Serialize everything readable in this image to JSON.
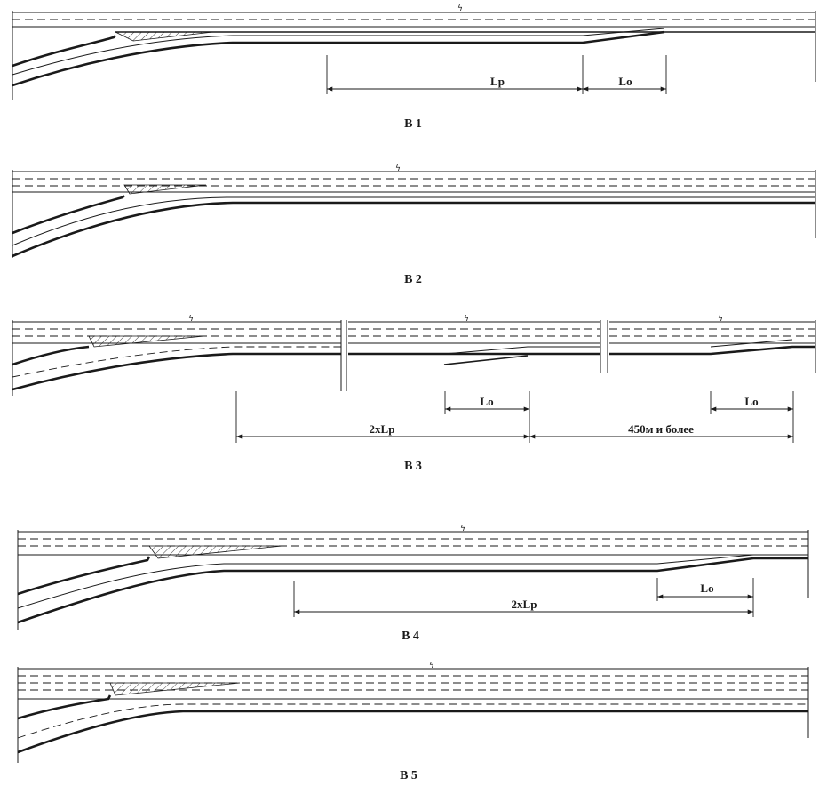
{
  "variants": [
    {
      "caption": "В 1",
      "dims": [
        "Lp",
        "Lo"
      ]
    },
    {
      "caption": "В 2",
      "dims": []
    },
    {
      "caption": "В 3",
      "dims": [
        "Lo",
        "Lo",
        "2xLp",
        "450м и более"
      ]
    },
    {
      "caption": "В 4",
      "dims": [
        "Lo",
        "2xLp"
      ]
    },
    {
      "caption": "В 5",
      "dims": []
    }
  ]
}
